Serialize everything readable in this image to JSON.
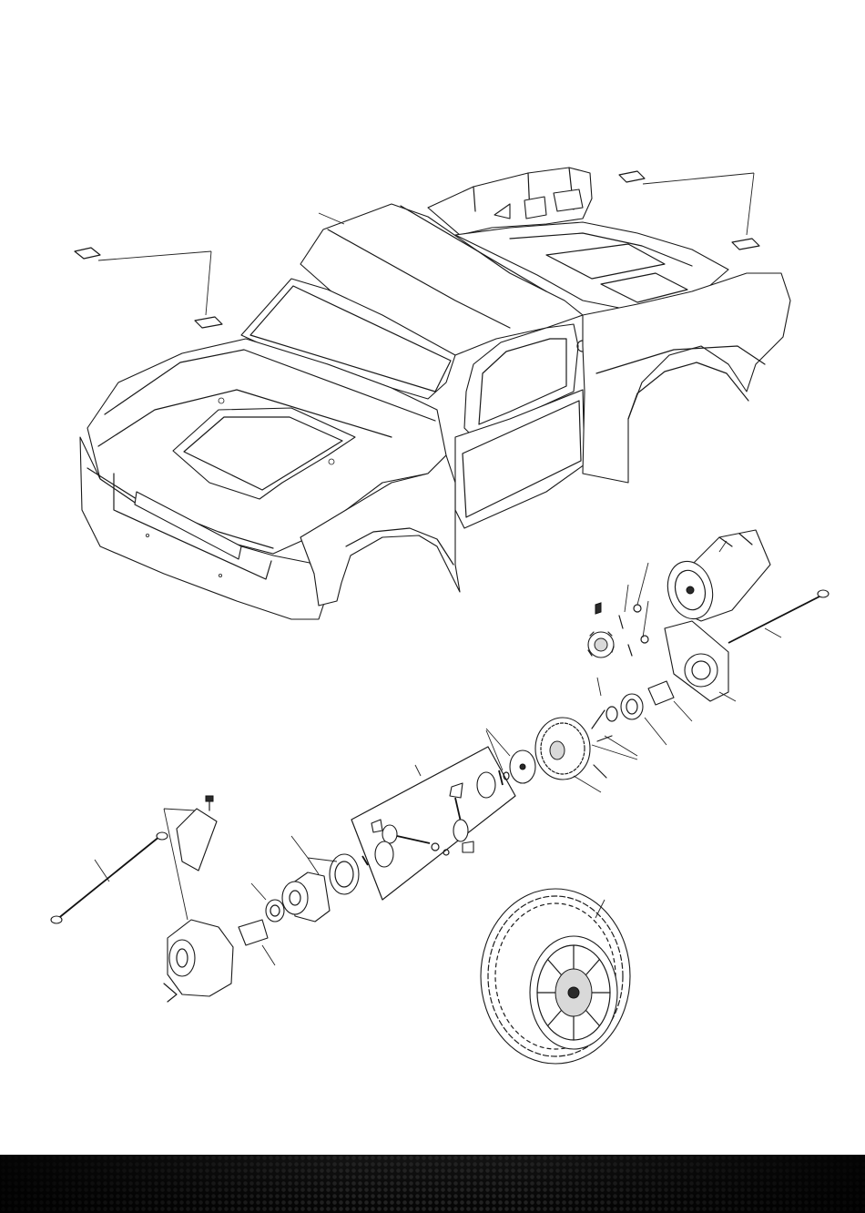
{
  "colors": {
    "background": "#ffffff",
    "line": "#1a1a1a",
    "footer_band": "#0e0e0e"
  },
  "diagram": {
    "parts": [
      "truck-body",
      "body-clip",
      "electric-motor",
      "motor-plate",
      "pinion-gear",
      "spur-gear",
      "slipper-plate",
      "differential-gears",
      "differential-case",
      "gear-cover",
      "driveshaft",
      "bearing",
      "outdrive-cup",
      "wheel-tire"
    ]
  }
}
